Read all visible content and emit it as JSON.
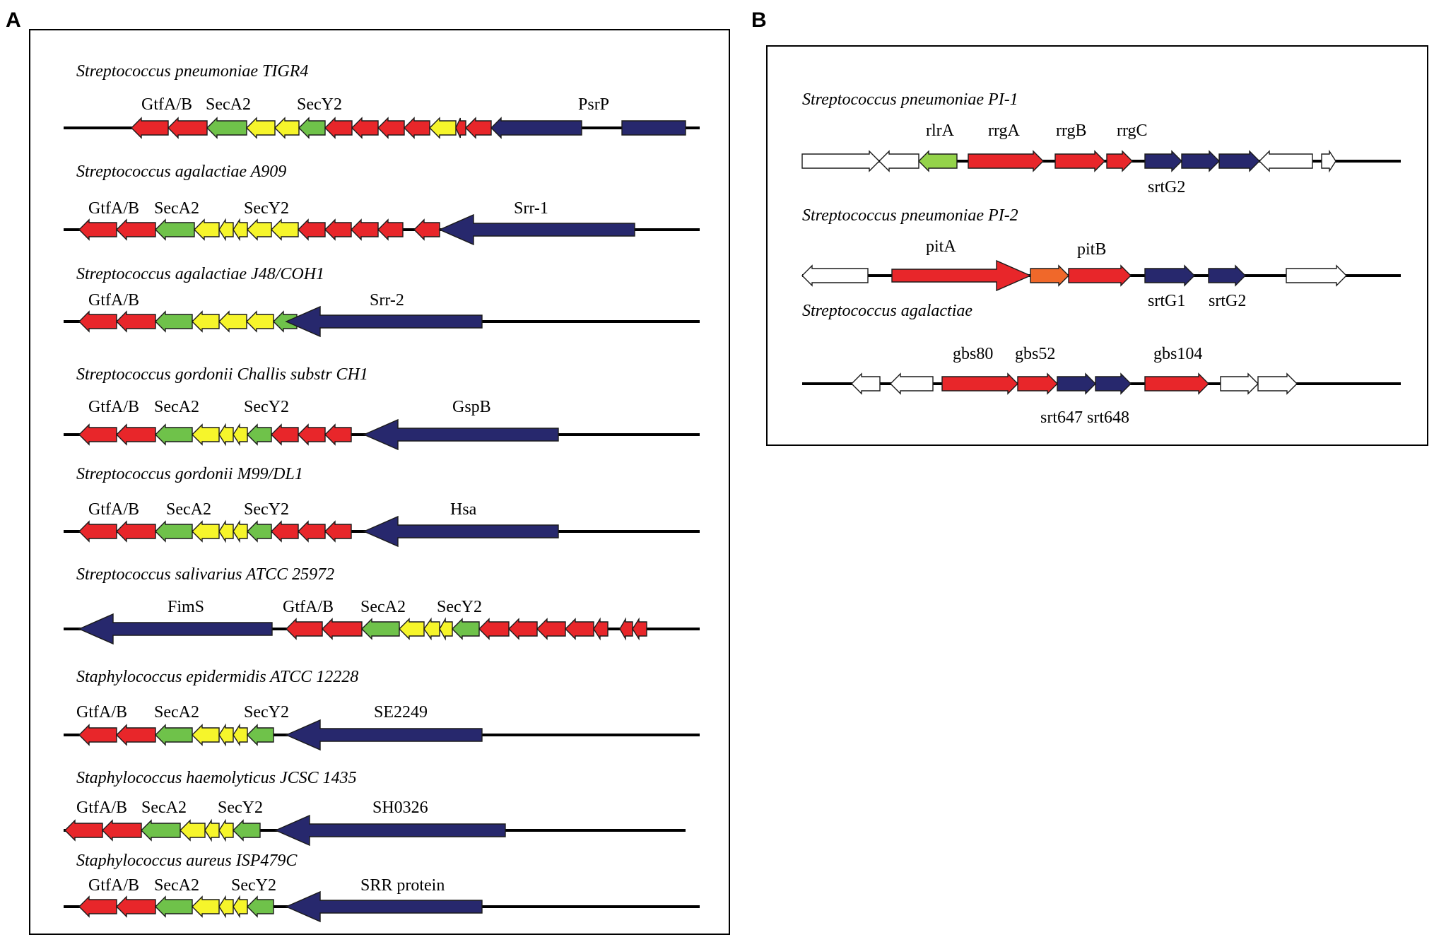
{
  "panels": [
    {
      "letter": "A",
      "tracks": [
        {
          "species": "Streptococcus pneumoniae TIGR4",
          "labels": [
            "GtfA/B",
            "SecA2",
            "SecY2",
            "PsrP"
          ],
          "genes": [
            {
              "dir": "L",
              "color": "red"
            },
            {
              "dir": "L",
              "color": "red"
            },
            {
              "dir": "L",
              "color": "green"
            },
            {
              "dir": "L",
              "color": "yellow"
            },
            {
              "dir": "L",
              "color": "yellow"
            },
            {
              "dir": "L",
              "color": "green"
            },
            {
              "dir": "L",
              "color": "red"
            },
            {
              "dir": "L",
              "color": "red"
            },
            {
              "dir": "L",
              "color": "red"
            },
            {
              "dir": "L",
              "color": "red"
            },
            {
              "dir": "L",
              "color": "yellow"
            },
            {
              "dir": "L",
              "color": "red"
            },
            {
              "dir": "L",
              "color": "red"
            },
            {
              "dir": "L",
              "color": "blue"
            },
            {
              "dir": "N",
              "color": "blue"
            }
          ]
        },
        {
          "species": "Streptococcus agalactiae A909",
          "labels": [
            "GtfA/B",
            "SecA2",
            "SecY2",
            "Srr-1"
          ],
          "genes": [
            {
              "dir": "L",
              "color": "red"
            },
            {
              "dir": "L",
              "color": "red"
            },
            {
              "dir": "L",
              "color": "green"
            },
            {
              "dir": "L",
              "color": "yellow"
            },
            {
              "dir": "L",
              "color": "yellow"
            },
            {
              "dir": "L",
              "color": "yellow"
            },
            {
              "dir": "L",
              "color": "yellow"
            },
            {
              "dir": "L",
              "color": "yellow"
            },
            {
              "dir": "L",
              "color": "red"
            },
            {
              "dir": "L",
              "color": "red"
            },
            {
              "dir": "L",
              "color": "red"
            },
            {
              "dir": "L",
              "color": "red"
            },
            {
              "dir": "L",
              "color": "red"
            },
            {
              "dir": "L",
              "color": "blue"
            }
          ]
        },
        {
          "species": "Streptococcus agalactiae J48/COH1",
          "labels": [
            "GtfA/B",
            "Srr-2"
          ],
          "genes": [
            {
              "dir": "L",
              "color": "red"
            },
            {
              "dir": "L",
              "color": "red"
            },
            {
              "dir": "L",
              "color": "green"
            },
            {
              "dir": "L",
              "color": "yellow"
            },
            {
              "dir": "L",
              "color": "yellow"
            },
            {
              "dir": "L",
              "color": "yellow"
            },
            {
              "dir": "L",
              "color": "green"
            },
            {
              "dir": "L",
              "color": "blue"
            }
          ]
        },
        {
          "species": "Streptococcus gordonii Challis substr CH1",
          "labels": [
            "GtfA/B",
            "SecA2",
            "SecY2",
            "GspB"
          ],
          "genes": [
            {
              "dir": "L",
              "color": "red"
            },
            {
              "dir": "L",
              "color": "red"
            },
            {
              "dir": "L",
              "color": "green"
            },
            {
              "dir": "L",
              "color": "yellow"
            },
            {
              "dir": "L",
              "color": "yellow"
            },
            {
              "dir": "L",
              "color": "yellow"
            },
            {
              "dir": "L",
              "color": "green"
            },
            {
              "dir": "L",
              "color": "red"
            },
            {
              "dir": "L",
              "color": "red"
            },
            {
              "dir": "L",
              "color": "red"
            },
            {
              "dir": "L",
              "color": "blue"
            }
          ]
        },
        {
          "species": "Streptococcus gordonii M99/DL1",
          "labels": [
            "GtfA/B",
            "SecA2",
            "SecY2",
            "Hsa"
          ],
          "genes": [
            {
              "dir": "L",
              "color": "red"
            },
            {
              "dir": "L",
              "color": "red"
            },
            {
              "dir": "L",
              "color": "green"
            },
            {
              "dir": "L",
              "color": "yellow"
            },
            {
              "dir": "L",
              "color": "yellow"
            },
            {
              "dir": "L",
              "color": "yellow"
            },
            {
              "dir": "L",
              "color": "green"
            },
            {
              "dir": "L",
              "color": "red"
            },
            {
              "dir": "L",
              "color": "red"
            },
            {
              "dir": "L",
              "color": "red"
            },
            {
              "dir": "L",
              "color": "blue"
            }
          ]
        },
        {
          "species": "Streptococcus salivarius ATCC 25972",
          "labels": [
            "FimS",
            "GtfA/B",
            "SecA2",
            "SecY2"
          ],
          "genes": [
            {
              "dir": "L",
              "color": "blue"
            },
            {
              "dir": "L",
              "color": "red"
            },
            {
              "dir": "L",
              "color": "red"
            },
            {
              "dir": "L",
              "color": "green"
            },
            {
              "dir": "L",
              "color": "yellow"
            },
            {
              "dir": "L",
              "color": "yellow"
            },
            {
              "dir": "L",
              "color": "yellow"
            },
            {
              "dir": "L",
              "color": "green"
            },
            {
              "dir": "L",
              "color": "red"
            },
            {
              "dir": "L",
              "color": "red"
            },
            {
              "dir": "L",
              "color": "red"
            },
            {
              "dir": "L",
              "color": "red"
            },
            {
              "dir": "L",
              "color": "red"
            },
            {
              "dir": "L",
              "color": "red"
            },
            {
              "dir": "L",
              "color": "red"
            }
          ]
        },
        {
          "species": "Staphylococcus epidermidis ATCC 12228",
          "labels": [
            "GtfA/B",
            "SecA2",
            "SecY2",
            "SE2249"
          ],
          "genes": [
            {
              "dir": "L",
              "color": "red"
            },
            {
              "dir": "L",
              "color": "red"
            },
            {
              "dir": "L",
              "color": "green"
            },
            {
              "dir": "L",
              "color": "yellow"
            },
            {
              "dir": "L",
              "color": "yellow"
            },
            {
              "dir": "L",
              "color": "yellow"
            },
            {
              "dir": "L",
              "color": "green"
            },
            {
              "dir": "L",
              "color": "blue"
            }
          ]
        },
        {
          "species": "Staphylococcus haemolyticus JCSC 1435",
          "labels": [
            "GtfA/B",
            "SecA2",
            "SecY2",
            "SH0326"
          ],
          "genes": [
            {
              "dir": "L",
              "color": "red"
            },
            {
              "dir": "L",
              "color": "red"
            },
            {
              "dir": "L",
              "color": "green"
            },
            {
              "dir": "L",
              "color": "yellow"
            },
            {
              "dir": "L",
              "color": "yellow"
            },
            {
              "dir": "L",
              "color": "yellow"
            },
            {
              "dir": "L",
              "color": "green"
            },
            {
              "dir": "L",
              "color": "blue"
            }
          ]
        },
        {
          "species": "Staphylococcus aureus ISP479C",
          "labels": [
            "GtfA/B",
            "SecA2",
            "SecY2",
            "SRR protein"
          ],
          "genes": [
            {
              "dir": "L",
              "color": "red"
            },
            {
              "dir": "L",
              "color": "red"
            },
            {
              "dir": "L",
              "color": "green"
            },
            {
              "dir": "L",
              "color": "yellow"
            },
            {
              "dir": "L",
              "color": "yellow"
            },
            {
              "dir": "L",
              "color": "yellow"
            },
            {
              "dir": "L",
              "color": "green"
            },
            {
              "dir": "L",
              "color": "blue"
            }
          ]
        }
      ]
    },
    {
      "letter": "B",
      "tracks": [
        {
          "species": "Streptococcus pneumoniae PI-1",
          "labels": [
            "rlrA",
            "rrgA",
            "rrgB",
            "rrgC",
            "srtG2"
          ],
          "genes": [
            {
              "dir": "R",
              "color": "white"
            },
            {
              "dir": "L",
              "color": "white"
            },
            {
              "dir": "L",
              "color": "lightgreen"
            },
            {
              "dir": "R",
              "color": "red"
            },
            {
              "dir": "R",
              "color": "red"
            },
            {
              "dir": "R",
              "color": "red"
            },
            {
              "dir": "R",
              "color": "blue"
            },
            {
              "dir": "R",
              "color": "blue"
            },
            {
              "dir": "R",
              "color": "blue"
            },
            {
              "dir": "L",
              "color": "white"
            },
            {
              "dir": "R",
              "color": "white"
            }
          ]
        },
        {
          "species": "Streptococcus pneumoniae PI-2",
          "labels": [
            "pitA",
            "pitB",
            "srtG1",
            "srtG2"
          ],
          "genes": [
            {
              "dir": "L",
              "color": "white"
            },
            {
              "dir": "R",
              "color": "red"
            },
            {
              "dir": "R",
              "color": "orange"
            },
            {
              "dir": "R",
              "color": "red"
            },
            {
              "dir": "R",
              "color": "blue"
            },
            {
              "dir": "R",
              "color": "blue"
            },
            {
              "dir": "R",
              "color": "white"
            }
          ]
        },
        {
          "species": "Streptococcus agalactiae",
          "labels": [
            "gbs80",
            "gbs52",
            "gbs104",
            "srt647 srt648"
          ],
          "genes": [
            {
              "dir": "L",
              "color": "white"
            },
            {
              "dir": "L",
              "color": "white"
            },
            {
              "dir": "R",
              "color": "red"
            },
            {
              "dir": "R",
              "color": "red"
            },
            {
              "dir": "R",
              "color": "blue"
            },
            {
              "dir": "R",
              "color": "blue"
            },
            {
              "dir": "R",
              "color": "red"
            },
            {
              "dir": "R",
              "color": "white"
            },
            {
              "dir": "R",
              "color": "white"
            }
          ]
        }
      ]
    }
  ],
  "colors": {
    "red": "#e8262a",
    "green": "#6fc24a",
    "lightgreen": "#94d34a",
    "yellow": "#f6f52b",
    "blue": "#27286d",
    "orange": "#f0682a",
    "white": "#ffffff"
  }
}
